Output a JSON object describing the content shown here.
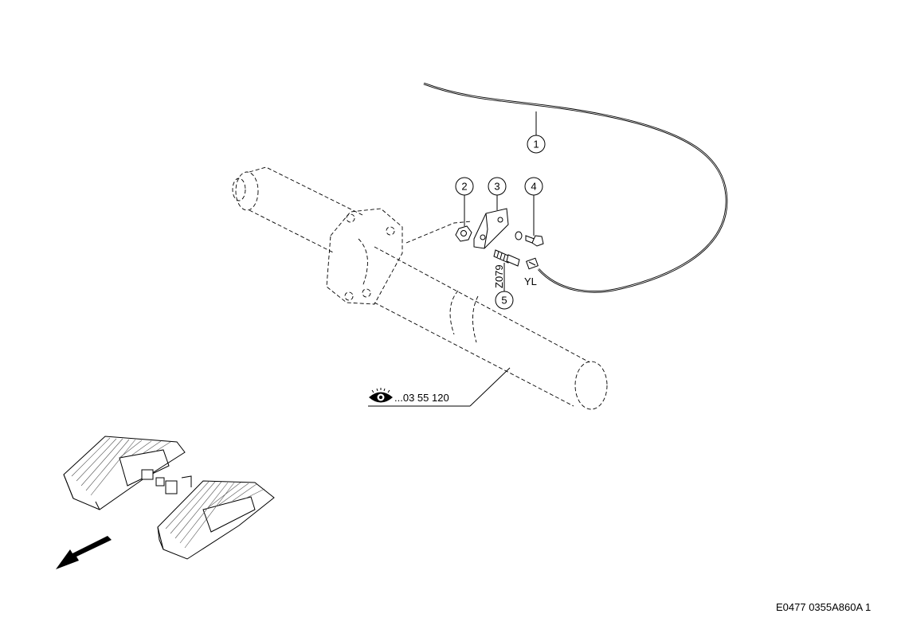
{
  "callouts": [
    {
      "label": "1"
    },
    {
      "label": "2"
    },
    {
      "label": "3"
    },
    {
      "label": "4"
    },
    {
      "label": "5"
    }
  ],
  "connector_label": "YL",
  "sensor_code": "Z079",
  "reference": {
    "icon": "eye-icon",
    "text": "...03 55 120"
  },
  "drawing_id": "E0477 0355A860A 1"
}
